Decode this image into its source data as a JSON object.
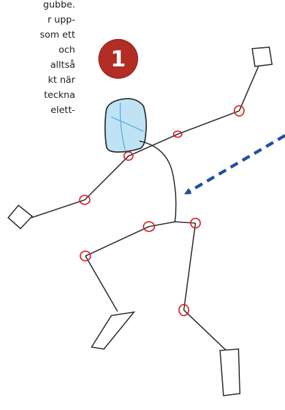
{
  "text_column": {
    "lines": [
      "gubbe.",
      "r upp-",
      "som ett",
      "och",
      "alltså",
      "kt när",
      "teckna",
      "elett-"
    ]
  },
  "step": {
    "number": "1"
  },
  "colors": {
    "badge": "#b32d24",
    "joint": "#d8232a",
    "pencil": "#2b2b2b",
    "head_shade": "#9fd3ee",
    "head_guide": "#5aaee0",
    "arrow": "#1f4fa0"
  },
  "icons": {
    "figure": "stick-figure-skeleton-drawing",
    "pointer": "dashed-arrow-icon"
  }
}
